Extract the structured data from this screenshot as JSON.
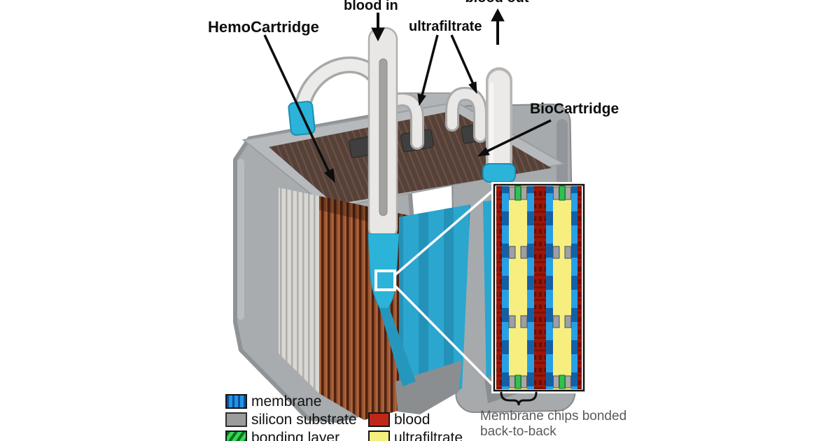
{
  "figure": {
    "type": "medical-device-cutaway-diagram",
    "device_labels": {
      "hemocartridge": "HemoCartridge",
      "blood_in": "blood in",
      "ultrafiltrate": "ultrafiltrate",
      "blood_out": "blood out",
      "biocartridge": "BioCartridge"
    },
    "legend": {
      "items": [
        {
          "label": "membrane",
          "swatch": "blue-vertical-stripes",
          "color": "#2196e0"
        },
        {
          "label": "silicon substrate",
          "swatch": "solid-gray",
          "color": "#9c9c9c"
        },
        {
          "label": "bonding layer",
          "swatch": "green-diagonal-hatch",
          "color": "#2fc24f"
        },
        {
          "label": "blood",
          "swatch": "solid-red",
          "color": "#c1261a"
        },
        {
          "label": "ultrafiltrate",
          "swatch": "solid-yellow",
          "color": "#f6ef80"
        }
      ]
    },
    "inset": {
      "caption_line1": "Membrane chips bonded",
      "caption_line2": "back-to-back"
    },
    "palette": {
      "device_teal": "#2ba6cf",
      "copper_stack": "#9a5430",
      "housing_gray": "#a8acaf",
      "tube_white": "#eceae8",
      "top_face_brown": "#564138"
    }
  }
}
